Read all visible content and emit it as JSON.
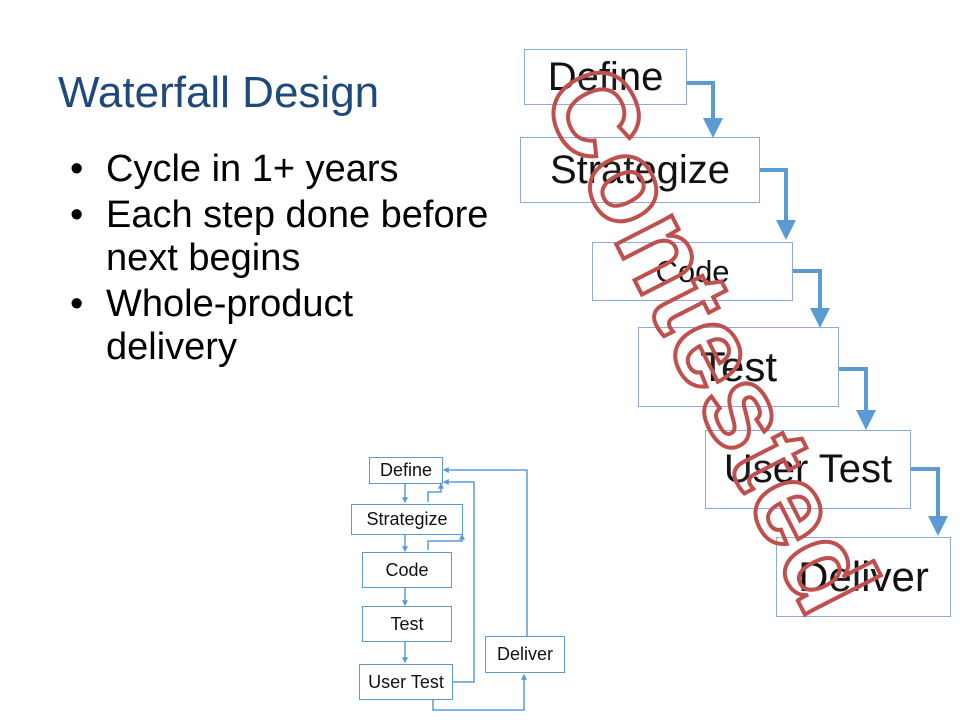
{
  "slide": {
    "title": "Waterfall Design",
    "bullets": [
      "Cycle in 1+ years",
      "Each step done before next begins",
      "Whole-product delivery"
    ],
    "bullet_glyph": "•"
  },
  "staircase": {
    "steps": [
      "Define",
      "Strategize",
      "Code",
      "Test",
      "User Test",
      "Deliver"
    ],
    "arrow_color": "#5b9bd5",
    "box_border_color": "#8eaadb"
  },
  "mini_diagram": {
    "steps": [
      "Define",
      "Strategize",
      "Code",
      "Test",
      "User Test"
    ],
    "deliver": "Deliver",
    "color": "#5b9bd5"
  },
  "watermark": {
    "text": "Contested",
    "color": "#c0504d"
  }
}
